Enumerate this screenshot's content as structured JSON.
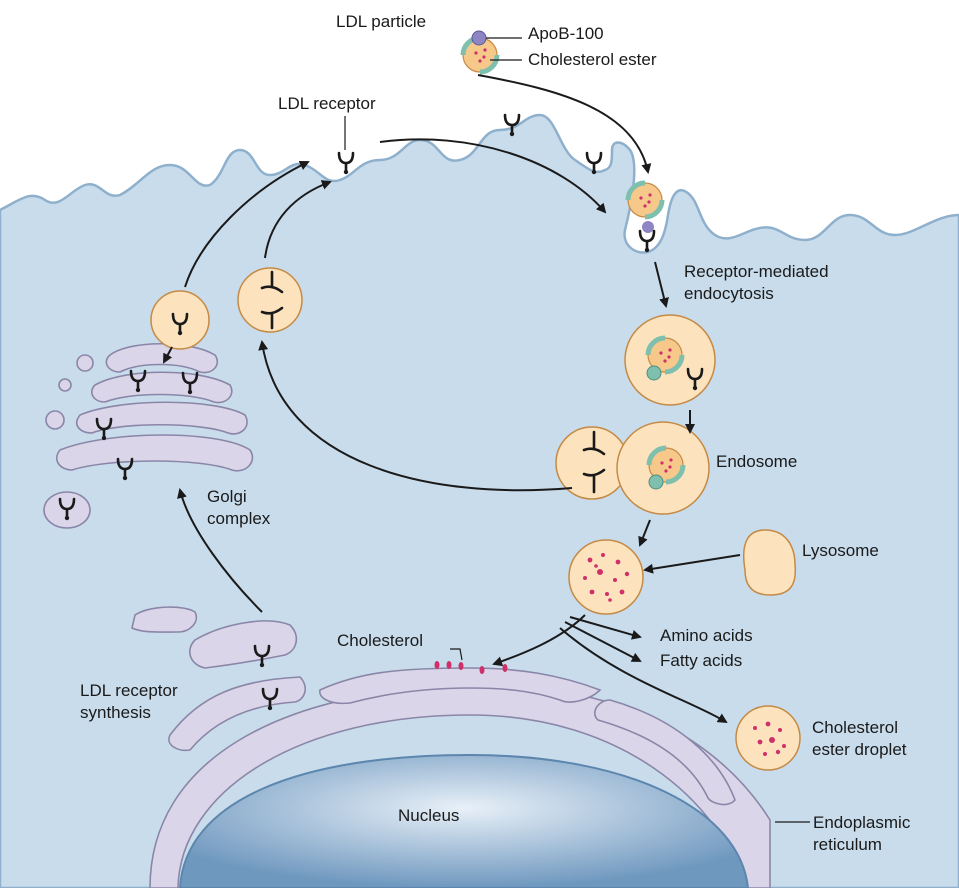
{
  "labels": {
    "ldl_particle": "LDL particle",
    "apob100": "ApoB-100",
    "cholesterol_ester": "Cholesterol ester",
    "ldl_receptor": "LDL receptor",
    "rme_line1": "Receptor-mediated",
    "rme_line2": "endocytosis",
    "endosome": "Endosome",
    "lysosome": "Lysosome",
    "golgi_line1": "Golgi",
    "golgi_line2": "complex",
    "amino_acids": "Amino acids",
    "fatty_acids": "Fatty acids",
    "cholesterol": "Cholesterol",
    "droplet_line1": "Cholesterol",
    "droplet_line2": "ester droplet",
    "synthesis_line1": "LDL receptor",
    "synthesis_line2": "synthesis",
    "nucleus": "Nucleus",
    "er_line1": "Endoplasmic",
    "er_line2": "reticulum"
  },
  "colors": {
    "cytoplasm": "#c9dcec",
    "membrane": "#8fb0cc",
    "vesicle": "#fce3bd",
    "organelle": "#dad5e8",
    "nucleus": "#7fa6c8",
    "cholesterol_dots": "#d0306a",
    "receptor": "#1a1a1a",
    "apob": "#8e85c4",
    "ldl_coat": "#7fbfae"
  }
}
